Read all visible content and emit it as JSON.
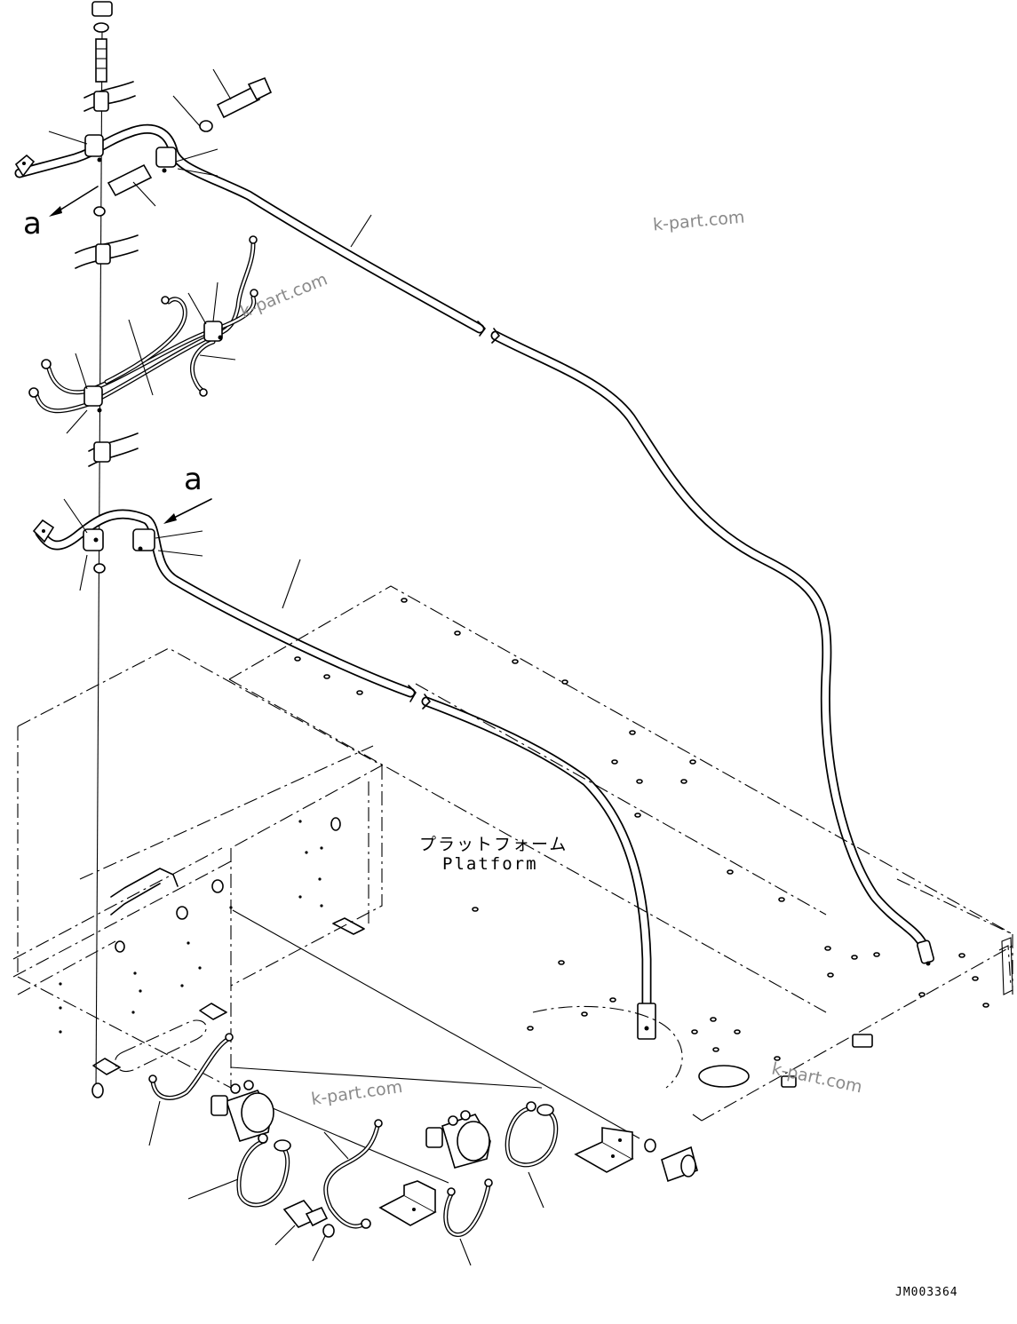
{
  "diagram": {
    "platform_label_jp": "プラットフォーム",
    "platform_label_en": "Platform",
    "view_arrow_letter_1": "a",
    "view_arrow_letter_2": "a",
    "drawing_number": "JM003364",
    "watermarks": [
      "k-part.com",
      "k-part.com",
      "k-part.com",
      "k-part.com"
    ]
  }
}
